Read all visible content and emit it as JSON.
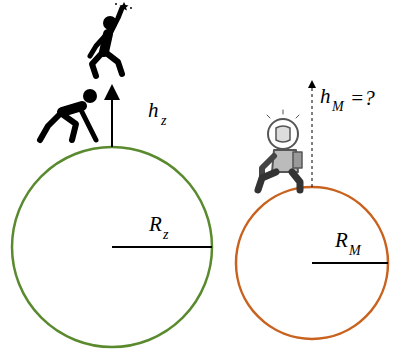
{
  "diagram": {
    "labels": [
      "h",
      "z",
      "R",
      "z",
      "h",
      "M",
      "=?",
      "R",
      "M"
    ]
  }
}
